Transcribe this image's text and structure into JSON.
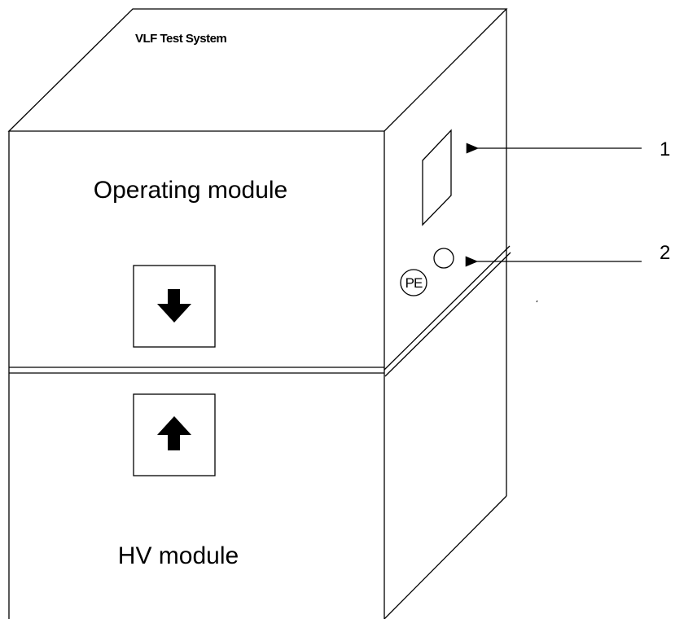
{
  "title": "VLF Test System",
  "modules": {
    "upper_label": "Operating module",
    "lower_label": "HV module"
  },
  "pe_label": "PE",
  "callouts": [
    {
      "number": "1"
    },
    {
      "number": "2"
    }
  ],
  "icons": {
    "upper_arrow": "arrow-down-icon",
    "lower_arrow": "arrow-up-icon"
  }
}
